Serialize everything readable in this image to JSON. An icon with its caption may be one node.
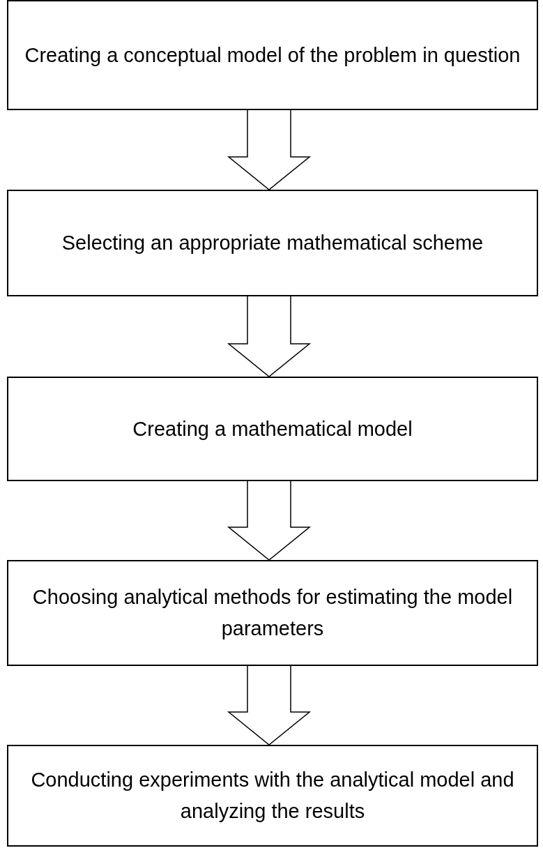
{
  "diagram": {
    "nodes": [
      {
        "text": [
          "Creating a conceptual model of the problem in question"
        ]
      },
      {
        "text": [
          "Selecting an appropriate mathematical scheme"
        ]
      },
      {
        "text": [
          "Creating a mathematical model"
        ]
      },
      {
        "text": [
          "Choosing analytical methods for estimating the model parameters"
        ]
      },
      {
        "text": [
          "Conducting experiments with the analytical model and analyzing the results"
        ]
      }
    ],
    "edges": [
      {
        "from": 0,
        "to": 1,
        "arrow": "to"
      },
      {
        "from": 1,
        "to": 2,
        "arrow": "to"
      },
      {
        "from": 2,
        "to": 3,
        "arrow": "to"
      },
      {
        "from": 3,
        "to": 4,
        "arrow": "to"
      }
    ]
  }
}
